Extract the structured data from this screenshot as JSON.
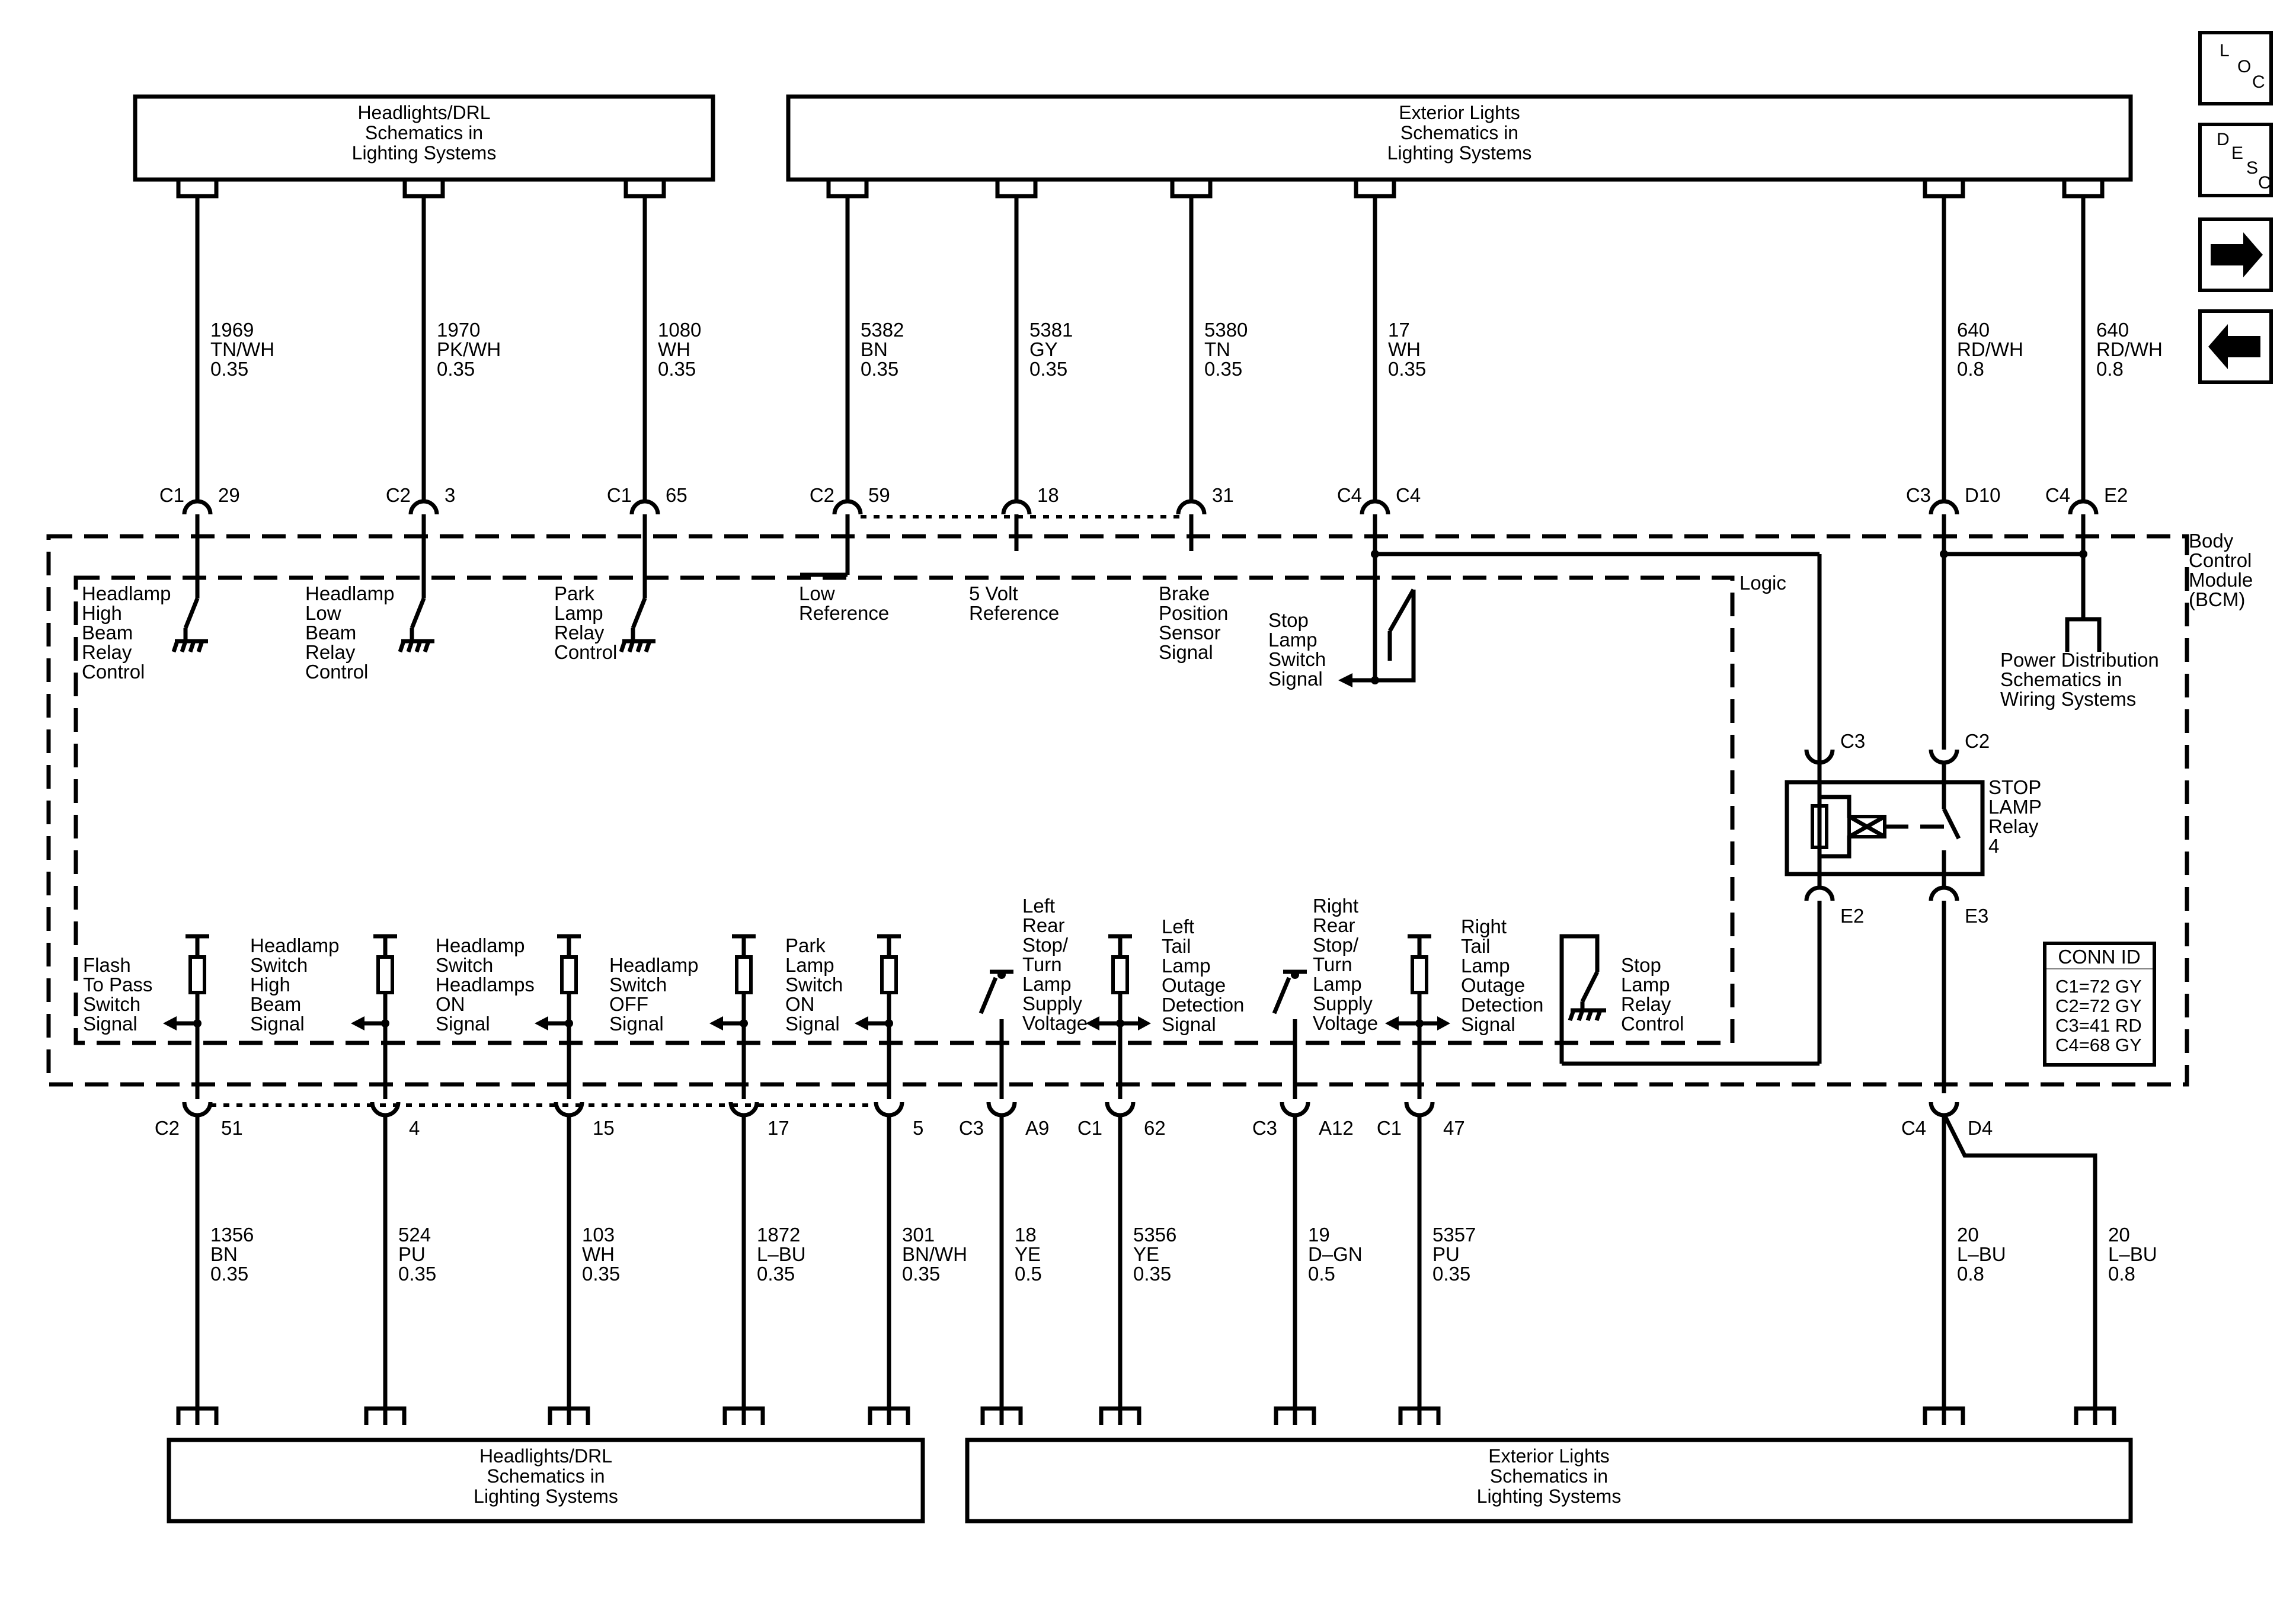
{
  "boxes": {
    "top_left": [
      "Headlights/DRL",
      "Schematics in",
      "Lighting Systems"
    ],
    "top_right": [
      "Exterior Lights",
      "Schematics in",
      "Lighting Systems"
    ],
    "bottom_left": [
      "Headlights/DRL",
      "Schematics in",
      "Lighting Systems"
    ],
    "bottom_right": [
      "Exterior Lights",
      "Schematics in",
      "Lighting Systems"
    ]
  },
  "nav": {
    "loc": [
      "L",
      "O",
      "C"
    ],
    "desc": [
      "D",
      "E",
      "S",
      "C"
    ]
  },
  "module": {
    "name": [
      "Body",
      "Control",
      "Module",
      "(BCM)"
    ],
    "logic": "Logic"
  },
  "top_wires": [
    {
      "circuit": "1969",
      "color": "TN/WH",
      "gauge": "0.35",
      "conn": "C1",
      "pin": "29"
    },
    {
      "circuit": "1970",
      "color": "PK/WH",
      "gauge": "0.35",
      "conn": "C2",
      "pin": "3"
    },
    {
      "circuit": "1080",
      "color": "WH",
      "gauge": "0.35",
      "conn": "C1",
      "pin": "65"
    },
    {
      "circuit": "5382",
      "color": "BN",
      "gauge": "0.35",
      "conn": "C2",
      "pin": "59"
    },
    {
      "circuit": "5381",
      "color": "GY",
      "gauge": "0.35",
      "conn": "",
      "pin": "18"
    },
    {
      "circuit": "5380",
      "color": "TN",
      "gauge": "0.35",
      "conn": "",
      "pin": "31"
    },
    {
      "circuit": "17",
      "color": "WH",
      "gauge": "0.35",
      "conn": "C4",
      "pin": "C4"
    },
    {
      "circuit": "640",
      "color": "RD/WH",
      "gauge": "0.8",
      "conn": "C3",
      "pin": "D10"
    },
    {
      "circuit": "640",
      "color": "RD/WH",
      "gauge": "0.8",
      "conn": "C4",
      "pin": "E2"
    }
  ],
  "top_labels": [
    [
      "Headlamp",
      "High",
      "Beam",
      "Relay",
      "Control"
    ],
    [
      "Headlamp",
      "Low",
      "Beam",
      "Relay",
      "Control"
    ],
    [
      "Park",
      "Lamp",
      "Relay",
      "Control"
    ],
    [
      "Low",
      "Reference"
    ],
    [
      "5 Volt",
      "Reference"
    ],
    [
      "Brake",
      "Position",
      "Sensor",
      "Signal"
    ],
    [
      "Stop",
      "Lamp",
      "Switch",
      "Signal"
    ]
  ],
  "power_dist": [
    "Power Distribution",
    "Schematics in",
    "Wiring Systems"
  ],
  "relay": {
    "name": [
      "STOP",
      "LAMP",
      "Relay",
      "4"
    ],
    "pin_c3": "C3",
    "pin_c2": "C2",
    "pin_e2": "E2",
    "pin_e3": "E3"
  },
  "conn_id": {
    "title": "CONN ID",
    "lines": [
      "C1=72 GY",
      "C2=72 GY",
      "C3=41 RD",
      "C4=68 GY"
    ]
  },
  "bottom_labels": [
    [
      "Flash",
      "To Pass",
      "Switch",
      "Signal"
    ],
    [
      "Headlamp",
      "Switch",
      "High",
      "Beam",
      "Signal"
    ],
    [
      "Headlamp",
      "Switch",
      "Headlamps",
      "ON",
      "Signal"
    ],
    [
      "Headlamp",
      "Switch",
      "OFF",
      "Signal"
    ],
    [
      "Park",
      "Lamp",
      "Switch",
      "ON",
      "Signal"
    ],
    [
      "Left",
      "Rear",
      "Stop/",
      "Turn",
      "Lamp",
      "Supply",
      "Voltage"
    ],
    [
      "Left",
      "Tail",
      "Lamp",
      "Outage",
      "Detection",
      "Signal"
    ],
    [
      "Right",
      "Rear",
      "Stop/",
      "Turn",
      "Lamp",
      "Supply",
      "Voltage"
    ],
    [
      "Right",
      "Tail",
      "Lamp",
      "Outage",
      "Detection",
      "Signal"
    ],
    [
      "Stop",
      "Lamp",
      "Relay",
      "Control"
    ]
  ],
  "bottom_wires": [
    {
      "circuit": "1356",
      "color": "BN",
      "gauge": "0.35",
      "conn": "C2",
      "pin": "51"
    },
    {
      "circuit": "524",
      "color": "PU",
      "gauge": "0.35",
      "conn": "",
      "pin": "4"
    },
    {
      "circuit": "103",
      "color": "WH",
      "gauge": "0.35",
      "conn": "",
      "pin": "15"
    },
    {
      "circuit": "1872",
      "color": "L–BU",
      "gauge": "0.35",
      "conn": "",
      "pin": "17"
    },
    {
      "circuit": "301",
      "color": "BN/WH",
      "gauge": "0.35",
      "conn": "",
      "pin": "5"
    },
    {
      "circuit": "18",
      "color": "YE",
      "gauge": "0.5",
      "conn": "C3",
      "pin": "A9"
    },
    {
      "circuit": "5356",
      "color": "YE",
      "gauge": "0.35",
      "conn": "C1",
      "pin": "62"
    },
    {
      "circuit": "19",
      "color": "D–GN",
      "gauge": "0.5",
      "conn": "C3",
      "pin": "A12"
    },
    {
      "circuit": "5357",
      "color": "PU",
      "gauge": "0.35",
      "conn": "C1",
      "pin": "47"
    },
    {
      "circuit": "20",
      "color": "L–BU",
      "gauge": "0.8",
      "conn": "C4",
      "pin": "D4"
    },
    {
      "circuit": "20",
      "color": "L–BU",
      "gauge": "0.8",
      "conn": "",
      "pin": ""
    }
  ]
}
